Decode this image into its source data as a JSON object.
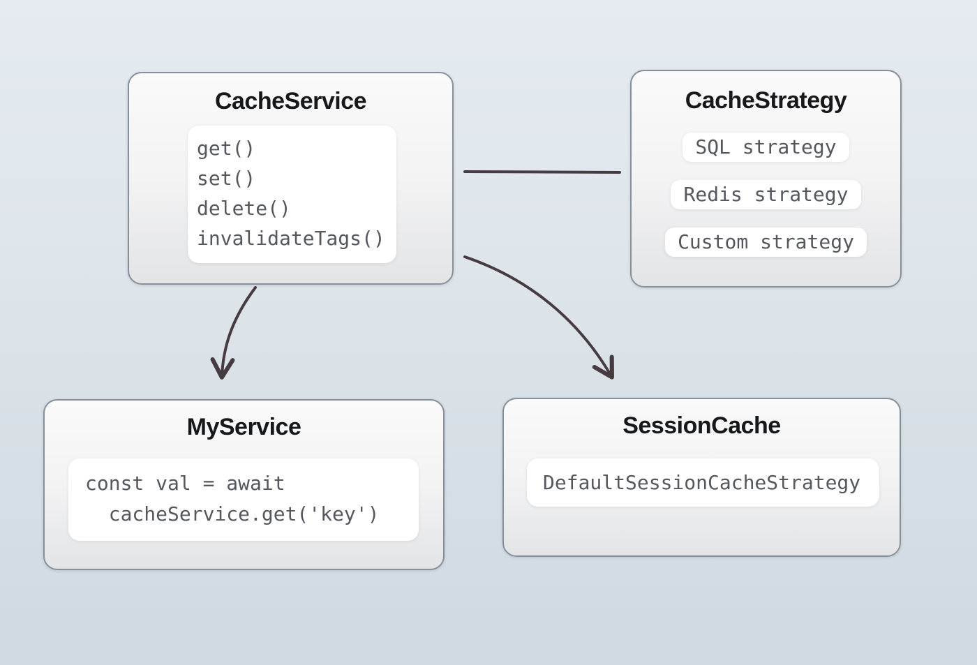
{
  "diagram": {
    "nodes": {
      "cache_service": {
        "title": "CacheService",
        "methods": [
          "get()",
          "set()",
          "delete()",
          "invalidateTags()"
        ]
      },
      "cache_strategy": {
        "title": "CacheStrategy",
        "strategies": [
          "SQL strategy",
          "Redis strategy",
          "Custom strategy"
        ]
      },
      "my_service": {
        "title": "MyService",
        "code_lines": [
          "const val = await",
          "  cacheService.get('key')"
        ]
      },
      "session_cache": {
        "title": "SessionCache",
        "strategy_label": "DefaultSessionCacheStrategy"
      }
    },
    "edges": [
      {
        "from": "CacheService",
        "to": "CacheStrategy",
        "style": "plain-line"
      },
      {
        "from": "CacheService",
        "to": "MyService",
        "style": "curved-arrow"
      },
      {
        "from": "CacheService",
        "to": "SessionCache",
        "style": "curved-arrow"
      }
    ],
    "colors": {
      "background_top": "#e5ebf0",
      "background_bottom": "#cfd9e0",
      "node_border": "#87909a",
      "node_fill_top": "#fafafa",
      "node_fill_bottom": "#e3e4e6",
      "title_text": "#17181b",
      "code_text": "#54585e",
      "code_bg": "#ffffff",
      "arrow": "#463b41"
    }
  }
}
